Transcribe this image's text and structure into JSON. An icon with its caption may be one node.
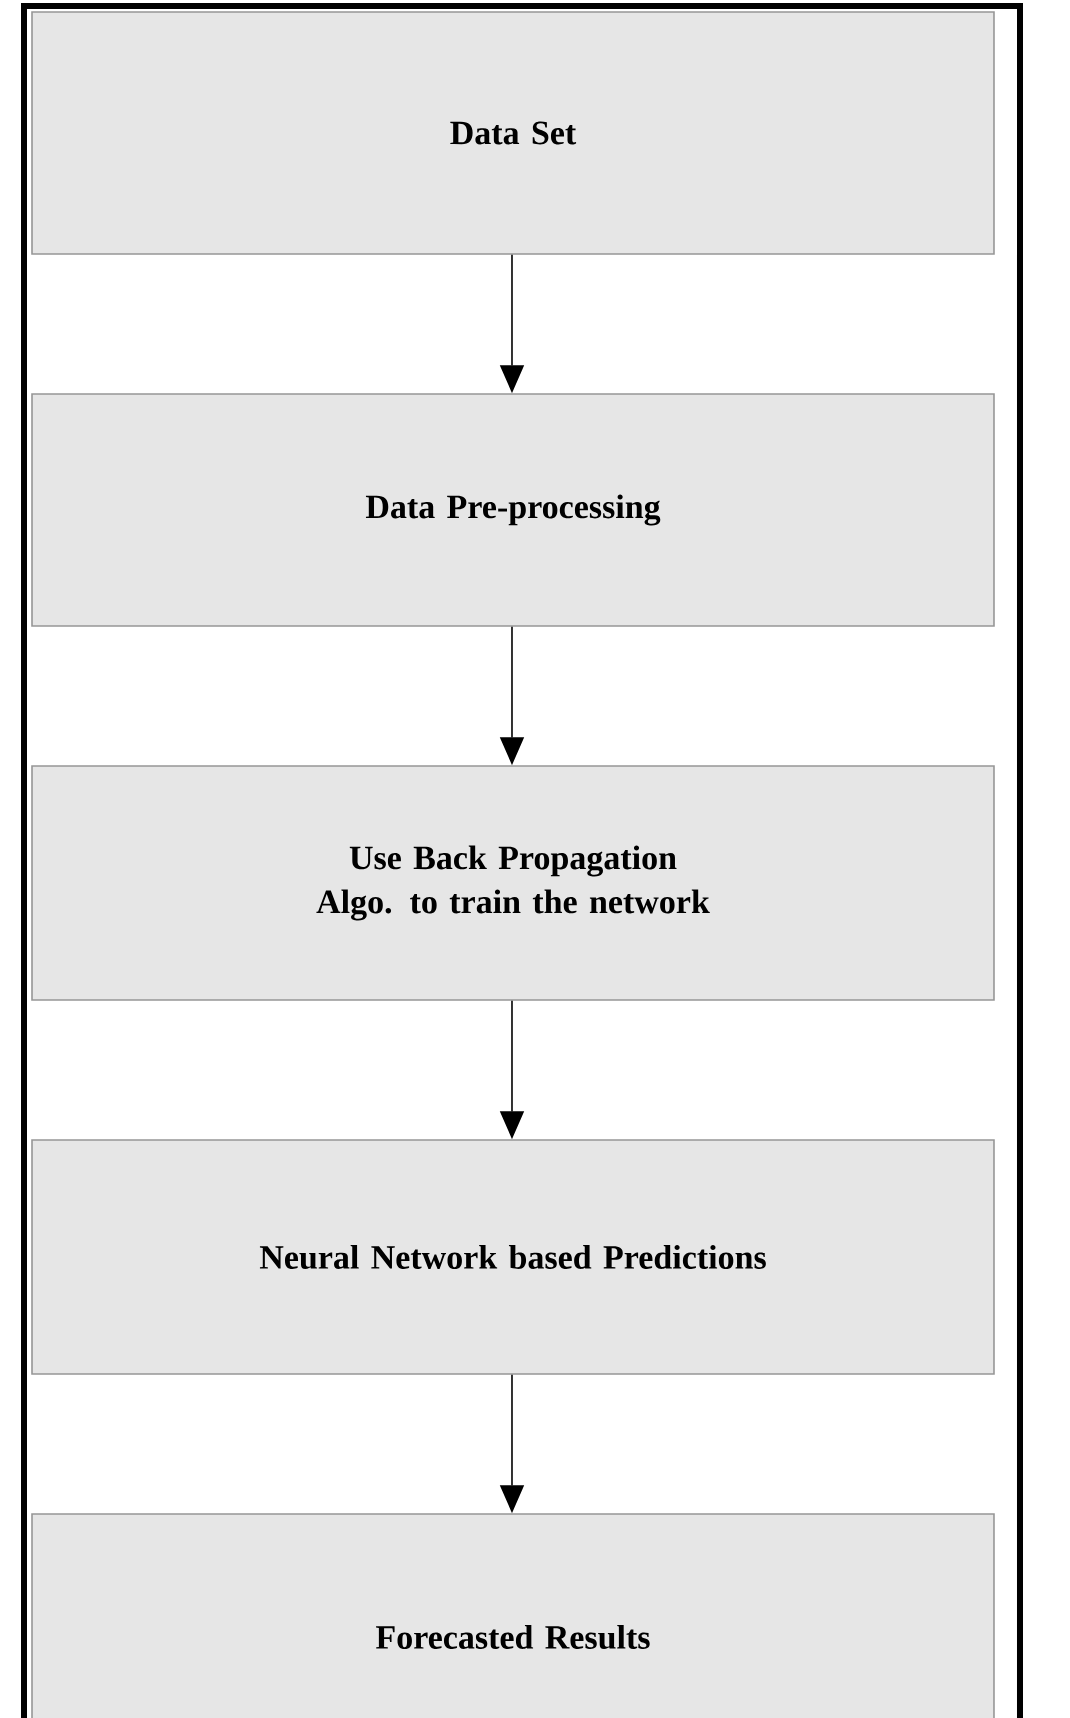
{
  "diagram": {
    "nodes": [
      {
        "text": [
          "Data Set"
        ]
      },
      {
        "text": [
          "Data Pre-processing"
        ]
      },
      {
        "text": [
          "Use Back Propagation Algo. to train the network"
        ]
      },
      {
        "text": [
          "Neural Network based Predictions"
        ]
      },
      {
        "text": [
          "Forecasted Results"
        ]
      }
    ],
    "edges": [
      {
        "from": 0,
        "to": 1,
        "arrow": "to"
      },
      {
        "from": 1,
        "to": 2,
        "arrow": "to"
      },
      {
        "from": 2,
        "to": 3,
        "arrow": "to"
      },
      {
        "from": 3,
        "to": 4,
        "arrow": "to"
      }
    ]
  }
}
